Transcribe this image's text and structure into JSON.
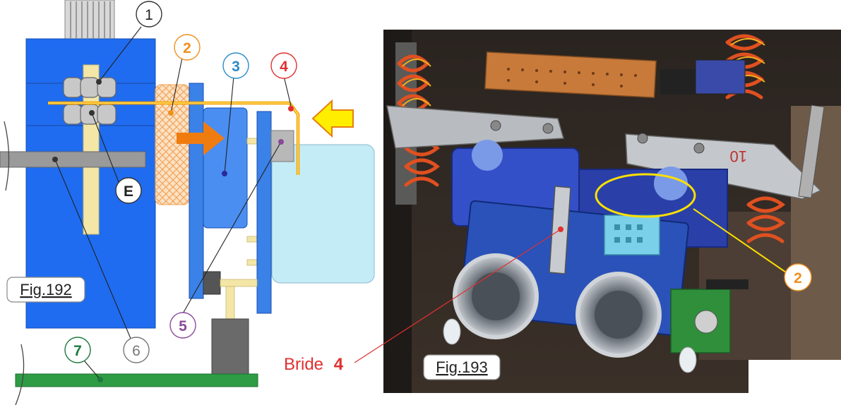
{
  "left_figure": {
    "caption": "Fig.192",
    "labels": {
      "n1": "1",
      "n2": "2",
      "n3": "3",
      "n4": "4",
      "n5": "5",
      "n6": "6",
      "n7": "7",
      "e": "E"
    }
  },
  "right_figure": {
    "caption": "Fig.193",
    "label_2": "2",
    "bride_text": "Bride",
    "bride_number": "4",
    "plate_number": "10"
  },
  "colors": {
    "servo_blue": "#1f6cf0",
    "sensor_blue": "#4a8ef2",
    "light_blue": "#c4ecf7",
    "wire_orange": "#f5a300",
    "arrow_orange": "#f07c10",
    "arrow_yellow": "#ffee00",
    "label_orange": "#f0901e",
    "label_blue": "#2a8cc8",
    "label_red": "#e03030",
    "label_purple": "#8a4a9a",
    "label_green": "#1f7a3f",
    "label_gray": "#777777",
    "pcb_green": "#2f8f3a"
  }
}
